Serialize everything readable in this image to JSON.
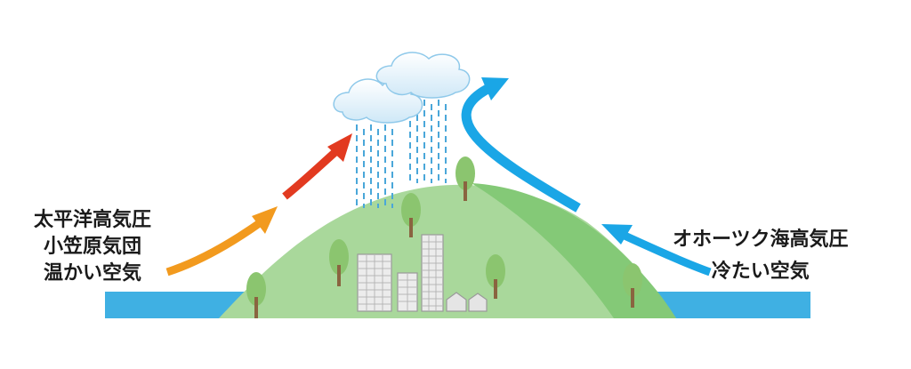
{
  "pacific": {
    "line1": "太平洋高気圧",
    "line2": "小笠原気団",
    "line3": "温かい空気"
  },
  "okhotsk": {
    "line1": "オホーツク海高気圧",
    "line2": "冷たい空気"
  },
  "colors": {
    "sea": "#3fb0e3",
    "hill_light": "#a9d89b",
    "hill_dark": "#7cc46e",
    "warm_arrow_orange": "#f29a1e",
    "warm_arrow_red": "#e23a20",
    "cold_arrow": "#1aa6e6",
    "rain": "#4aa7d9",
    "building": "#e9e9e9",
    "tree": "#8bc56f"
  }
}
